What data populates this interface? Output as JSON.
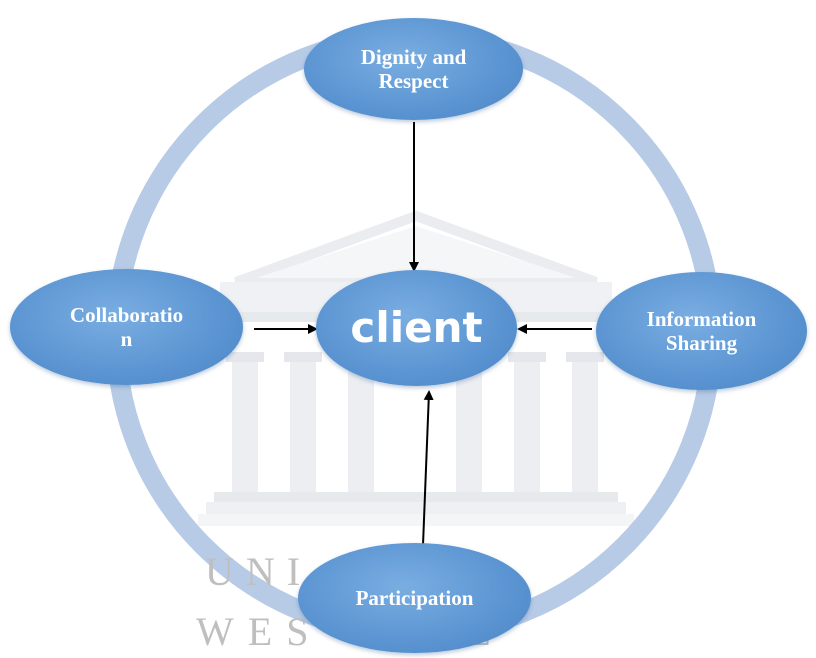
{
  "diagram": {
    "center": {
      "label": "client"
    },
    "nodes": {
      "top": {
        "lines": [
          "Dignity and",
          "Respect"
        ]
      },
      "left": {
        "lines": [
          "Collaboratio",
          "n"
        ]
      },
      "right": {
        "lines": [
          "Information",
          "Sharing"
        ]
      },
      "bottom": {
        "lines": [
          "Participation"
        ]
      }
    },
    "colors": {
      "node_fill": "#5d96d3",
      "ring": "#b7cbe6",
      "arrow": "#000000",
      "watermark": "#bfbfbf"
    }
  },
  "watermark": {
    "line1": "UNI           the",
    "line2": "WES          CAPE"
  }
}
